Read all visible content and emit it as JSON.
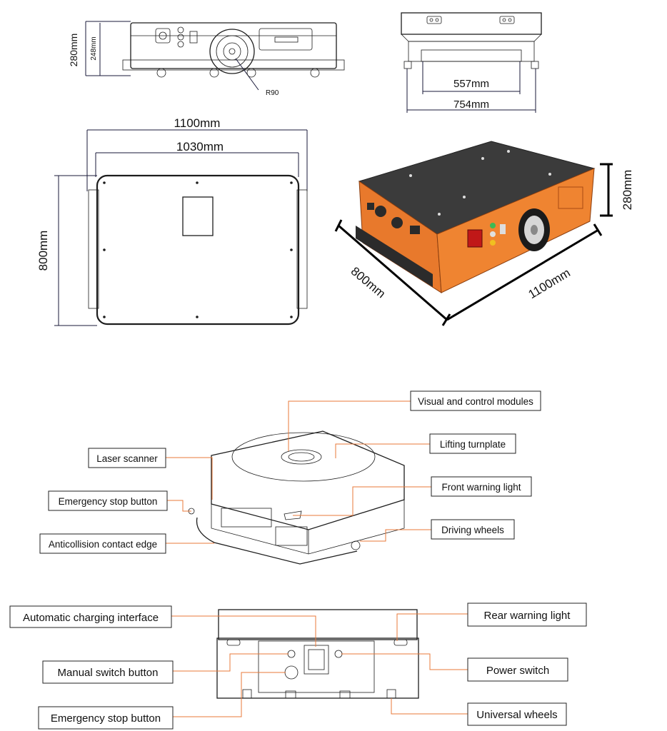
{
  "dimensions": {
    "side_height_outer": "280mm",
    "side_height_inner": "248mm",
    "wheel_radius": "R90",
    "end_inner_width": "557mm",
    "end_outer_width": "754mm",
    "top_overall_length": "1100mm",
    "top_body_length": "1030mm",
    "top_width": "800mm",
    "iso_height": "280mm",
    "iso_width": "800mm",
    "iso_length": "1100mm"
  },
  "callouts_perspective": {
    "visual_control": "Visual and control modules",
    "lifting_turnplate": "Lifting turnplate",
    "laser_scanner": "Laser scanner",
    "front_warning_light": "Front warning light",
    "emergency_stop": "Emergency stop button",
    "driving_wheels": "Driving wheels",
    "anticollision": "Anticollision contact edge"
  },
  "callouts_rear": {
    "auto_charging": "Automatic charging interface",
    "rear_warning_light": "Rear warning light",
    "manual_switch": "Manual switch button",
    "power_switch": "Power switch",
    "emergency_stop": "Emergency stop button",
    "universal_wheels": "Universal wheels"
  },
  "colors": {
    "body_orange": "#e8792c",
    "top_dark": "#3a3a3a",
    "leader_orange": "#e8793a",
    "dim_ink": "#1a1a3a"
  },
  "icons": [
    "emergency-stop-icon",
    "warning-light-icon",
    "wheel-icon"
  ]
}
